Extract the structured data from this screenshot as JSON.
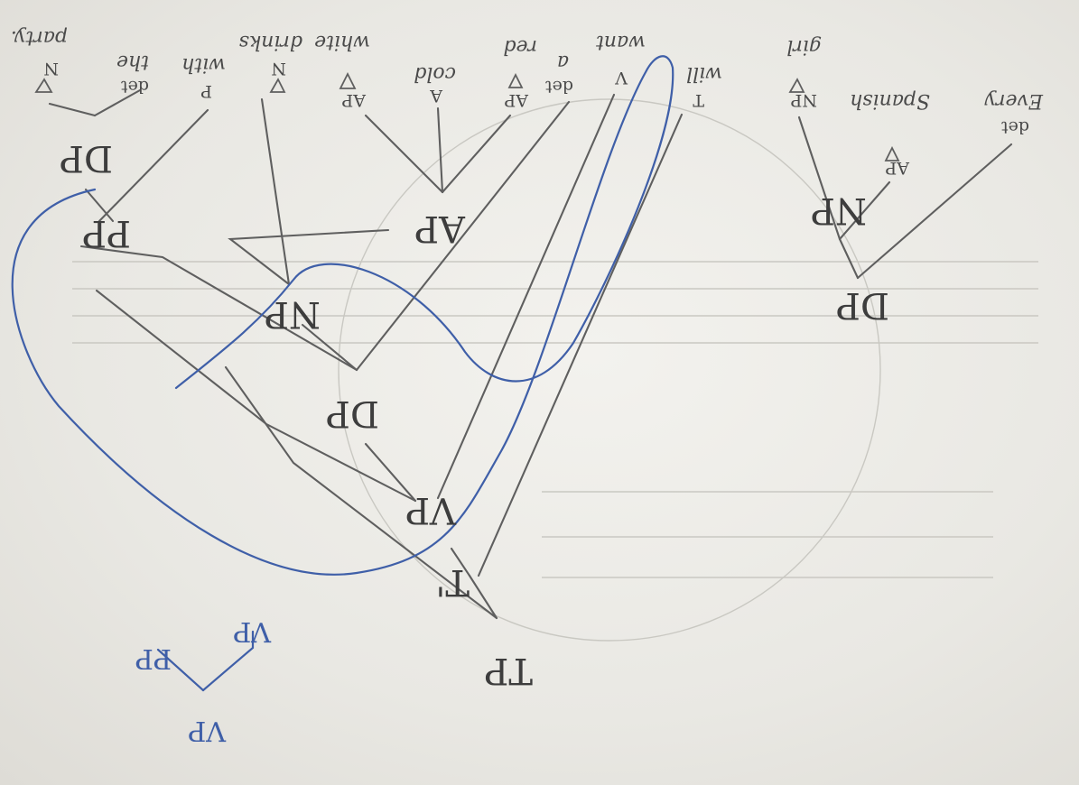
{
  "tree": {
    "nodes": {
      "tp": "TP",
      "tbar": "T'",
      "vp": "VP",
      "dp_obj": "DP",
      "np_obj": "NP",
      "ap_obj": "AP",
      "pp": "PP",
      "dp_pp": "DP",
      "dp_subj": "DP",
      "np_subj": "NP"
    },
    "leaves": {
      "pp_p_tag": "P",
      "pp_p_word": "with",
      "pp_det_tag": "det",
      "pp_det_word": "the",
      "pp_n_tag": "N",
      "pp_n_word": "party.",
      "np_obj_n_tag": "N",
      "np_obj_n_word": "drinks",
      "ap_obj_ap1_tag": "AP",
      "ap_obj_ap1_word": "white",
      "ap_obj_a_tag": "A",
      "ap_obj_a_word": "cold",
      "ap_obj_ap2_tag": "AP",
      "ap_obj_ap2_word": "red",
      "dp_obj_det_tag": "det",
      "dp_obj_det_word": "a",
      "vp_v_tag": "V",
      "vp_v_word": "want",
      "tbar_t_tag": "T",
      "tbar_t_word": "will",
      "np_subj_n_tag": "NP",
      "np_subj_n_word": "girl",
      "np_subj_ap_tag": "AP",
      "np_subj_ap_word": "Spanish",
      "dp_subj_det_tag": "det",
      "dp_subj_det_word": "Every"
    }
  },
  "inset": {
    "vp_top": "VP",
    "pp": "PP",
    "vp_child": "VP"
  },
  "colors": {
    "pencil": "#5f5f5f",
    "pen": "#3f5fa8",
    "paper": "#ecebe6"
  }
}
